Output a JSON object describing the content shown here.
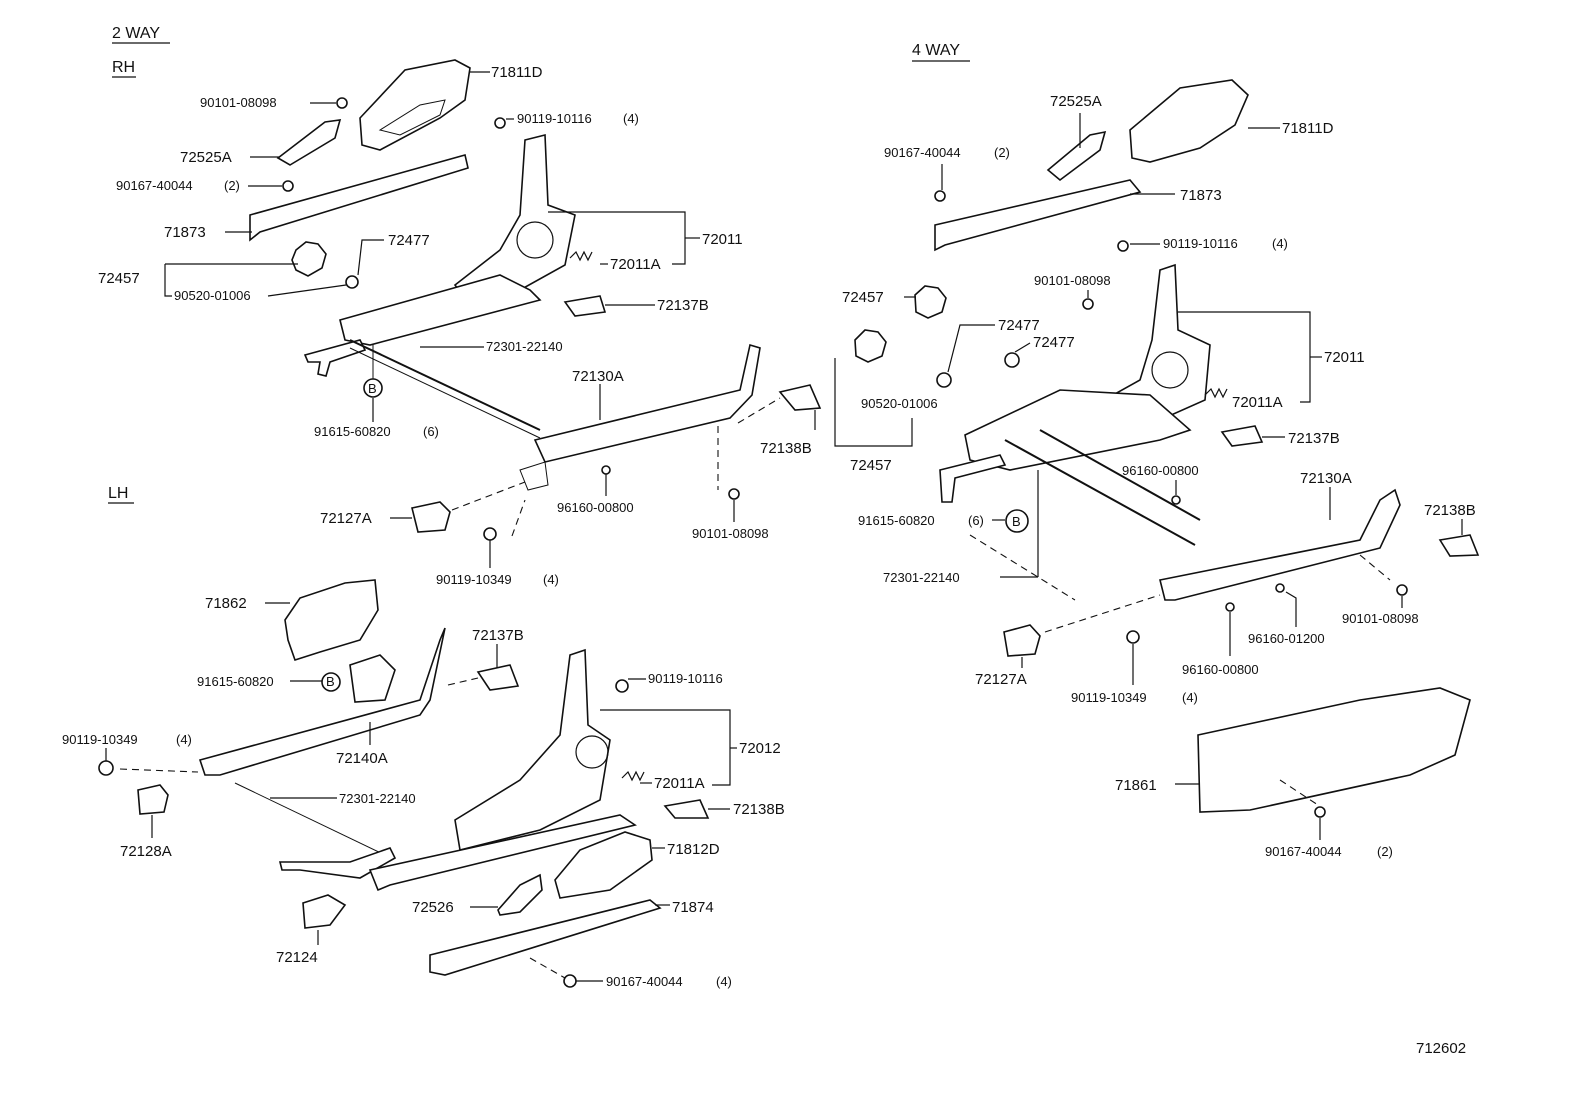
{
  "headers": {
    "two_way": "2 WAY",
    "rh": "RH",
    "lh": "LH",
    "four_way": "4 WAY"
  },
  "diagram_code": "712602",
  "labels": {
    "rh": {
      "p71811D": "71811D",
      "p90101_08098": "90101-08098",
      "p90119_10116": "90119-10116",
      "p90119_10116_qty": "(4)",
      "p72525A": "72525A",
      "p90167_40044": "90167-40044",
      "p90167_40044_qty": "(2)",
      "p71873": "71873",
      "p72477": "72477",
      "p72011": "72011",
      "p72457": "72457",
      "p72011A": "72011A",
      "p90520_01006": "90520-01006",
      "p72137B": "72137B",
      "p72301_22140": "72301-22140",
      "pB": "B",
      "p72130A": "72130A",
      "p91615_60820": "91615-60820",
      "p91615_60820_qty": "(6)",
      "p72138B": "72138B",
      "p96160_00800": "96160-00800",
      "p90101_08098b": "90101-08098",
      "p72127A": "72127A",
      "p90119_10349": "90119-10349",
      "p90119_10349_qty": "(4)"
    },
    "lh": {
      "p71862": "71862",
      "p72137B": "72137B",
      "p91615_60820": "91615-60820",
      "pB": "B",
      "p90119_10116": "90119-10116",
      "p90119_10349": "90119-10349",
      "p90119_10349_qty": "(4)",
      "p72140A": "72140A",
      "p72012": "72012",
      "p72011A": "72011A",
      "p72301_22140": "72301-22140",
      "p72138B": "72138B",
      "p72128A": "72128A",
      "p71812D": "71812D",
      "p72526": "72526",
      "p71874": "71874",
      "p72124": "72124",
      "p90167_40044": "90167-40044",
      "p90167_40044_qty": "(4)"
    },
    "fw": {
      "p72525A": "72525A",
      "p71811D": "71811D",
      "p90167_40044": "90167-40044",
      "p90167_40044_qty": "(2)",
      "p71873": "71873",
      "p90119_10116": "90119-10116",
      "p90119_10116_qty": "(4)",
      "p90101_08098": "90101-08098",
      "p72457": "72457",
      "p72477a": "72477",
      "p72477b": "72477",
      "p72011": "72011",
      "p90520_01006": "90520-01006",
      "p72011A": "72011A",
      "p72137B": "72137B",
      "p72457b": "72457",
      "p96160_00800": "96160-00800",
      "p72130A": "72130A",
      "p72138B": "72138B",
      "p91615_60820": "91615-60820",
      "p91615_60820_qty": "(6)",
      "pB": "B",
      "p72301_22140": "72301-22140",
      "p90101_08098b": "90101-08098",
      "p96160_01200": "96160-01200",
      "p96160_00800b": "96160-00800",
      "p72127A": "72127A",
      "p90119_10349": "90119-10349",
      "p90119_10349_qty": "(4)",
      "p71861": "71861",
      "p90167_40044b": "90167-40044",
      "p90167_40044b_qty": "(2)"
    }
  }
}
